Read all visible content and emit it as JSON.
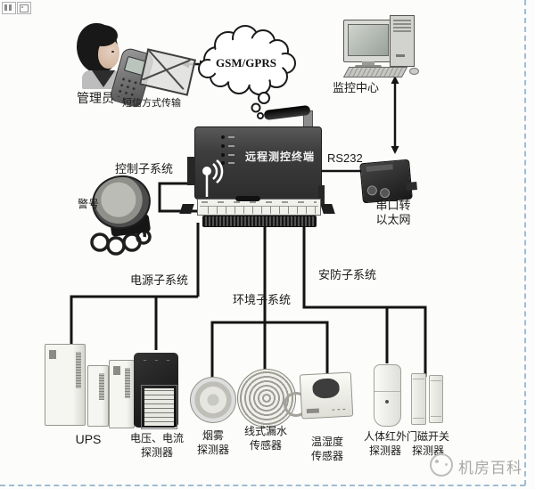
{
  "diagram": {
    "admin_label": "管理员",
    "sms_label": "短信方式传输",
    "cloud_label": "GSM/GPRS",
    "monitor_label": "监控中心",
    "terminal_label": "远程测控终端",
    "rs232_label": "RS232",
    "serial_line1": "串口转",
    "serial_line2": "以太网",
    "control_label": "控制子系统",
    "siren_label": "警号",
    "power_label": "电源子系统",
    "env_label": "环境子系统",
    "security_label": "安防子系统",
    "ups_label": "UPS",
    "volt_line1": "电压、电流",
    "volt_line2": "探测器",
    "smoke_line1": "烟雾",
    "smoke_line2": "探测器",
    "water_line1": "线式漏水",
    "water_line2": "传感器",
    "temp_line1": "温湿度",
    "temp_line2": "传感器",
    "pir_line1": "人体红外",
    "pir_line2": "探测器",
    "door_line1": "门磁开关",
    "door_line2": "探测器"
  },
  "watermark": {
    "text": "机房百科"
  },
  "colors": {
    "wire": "#141414",
    "dashed_border": "#9fbcd8",
    "terminal_body": "#3a3a3a",
    "watermark_gray": "#a8a8a8"
  }
}
